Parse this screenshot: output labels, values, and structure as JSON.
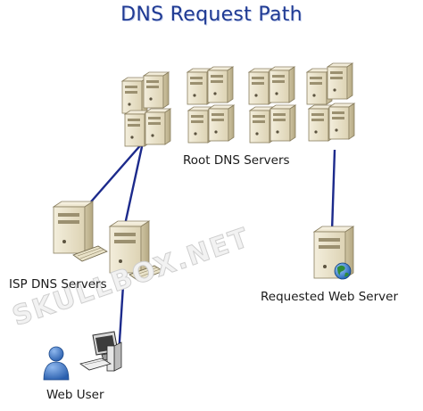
{
  "title": "DNS Request Path",
  "labels": {
    "root": "Root DNS Servers",
    "isp": "ISP DNS Servers",
    "web_server": "Requested Web Server",
    "user": "Web User"
  },
  "watermark": "SKULLBOX.NET",
  "colors": {
    "title": "#1f3a93",
    "link": "#1c2a8c",
    "server_body": "#e4dcc0",
    "server_dark": "#bdb293",
    "user": "#3b74c4",
    "globe": "#2f8b3a"
  },
  "nodes": [
    {
      "id": "root-rack-1",
      "kind": "root"
    },
    {
      "id": "root-rack-2",
      "kind": "root"
    },
    {
      "id": "root-rack-3",
      "kind": "root"
    },
    {
      "id": "root-rack-4",
      "kind": "root"
    },
    {
      "id": "isp-server-1",
      "kind": "isp"
    },
    {
      "id": "isp-server-2",
      "kind": "isp"
    },
    {
      "id": "web-server",
      "kind": "web"
    },
    {
      "id": "web-user",
      "kind": "user"
    },
    {
      "id": "user-computer",
      "kind": "computer"
    }
  ],
  "links": [
    {
      "from": "root-rack-1",
      "to": "isp-server-1"
    },
    {
      "from": "root-rack-1",
      "to": "isp-server-2"
    },
    {
      "from": "isp-server-2",
      "to": "user-computer"
    },
    {
      "from": "root-rack-4",
      "to": "web-server"
    }
  ]
}
